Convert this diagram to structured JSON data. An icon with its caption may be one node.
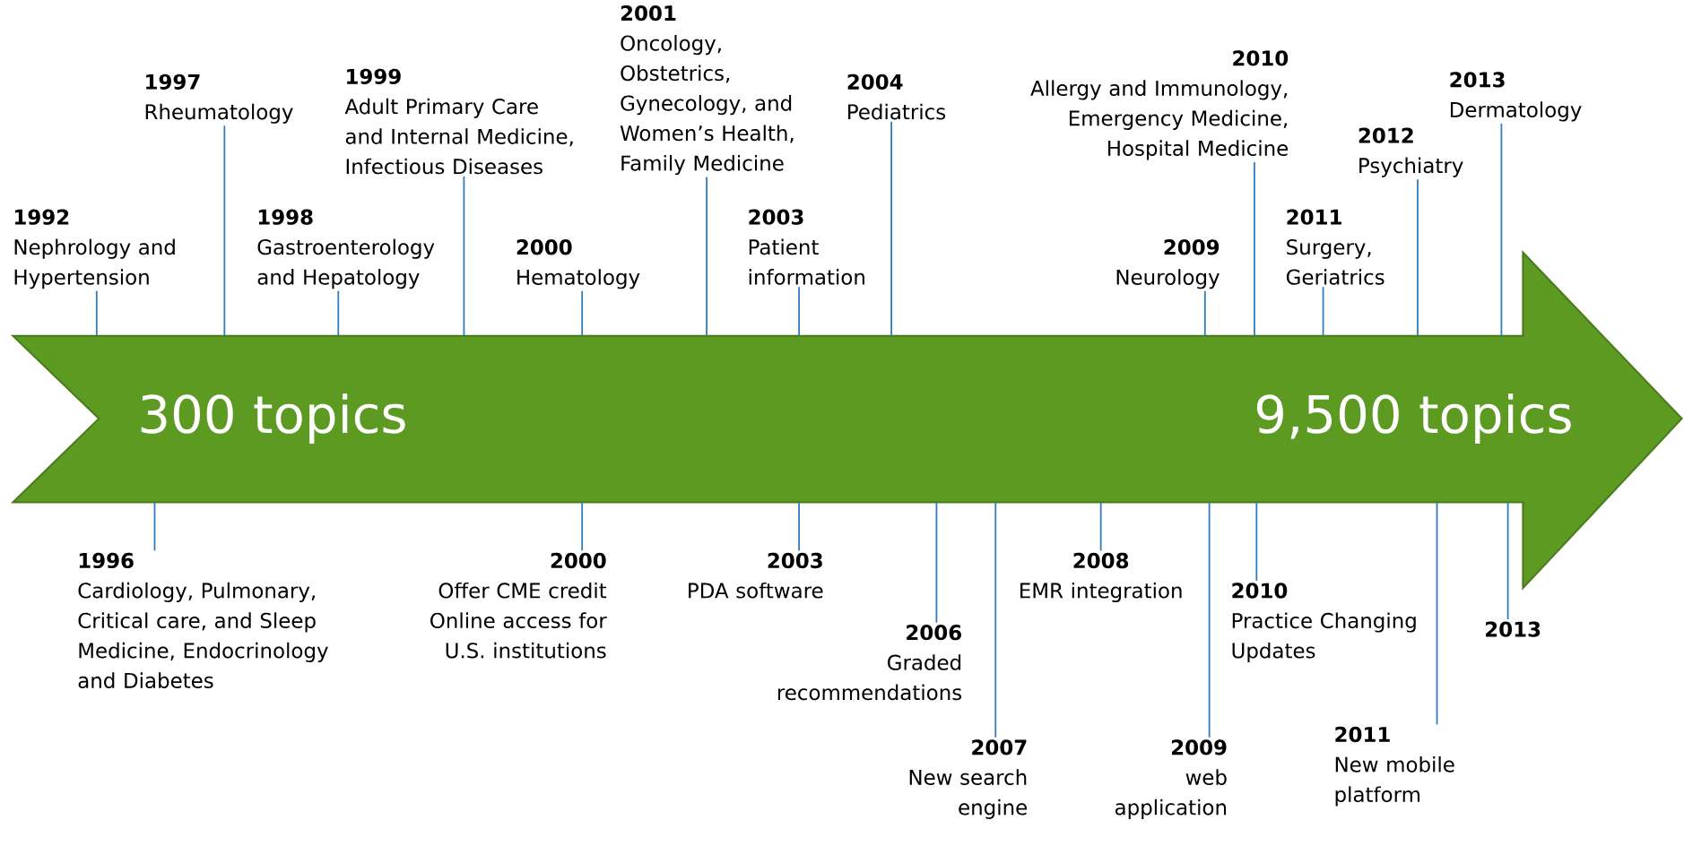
{
  "diagram": {
    "nodes": [
      {
        "text": [
          "300 topics",
          "9,500 topics"
        ]
      },
      {
        "text": [
          "1992",
          "Nephrology and Hypertension"
        ]
      },
      {
        "text": [
          "1997",
          "Rheumatology"
        ]
      },
      {
        "text": [
          "1998",
          "Gastroenterology and Hepatology"
        ]
      },
      {
        "text": [
          "1999",
          "Adult Primary Care and Internal Medicine, Infectious Diseases"
        ]
      },
      {
        "text": [
          "2000",
          "Hematology"
        ]
      },
      {
        "text": [
          "2001",
          "Oncology, Obstetrics, Gynecology, and Women’s Health, Family Medicine"
        ]
      },
      {
        "text": [
          "2003",
          "Patient information"
        ]
      },
      {
        "text": [
          "2004",
          "Pediatrics"
        ]
      },
      {
        "text": [
          "2010",
          "Allergy and Immunology, Emergency Medicine, Hospital Medicine"
        ]
      },
      {
        "text": [
          "2009",
          "Neurology"
        ]
      },
      {
        "text": [
          "2011",
          "Surgery, Geriatrics"
        ]
      },
      {
        "text": [
          "2012",
          "Psychiatry"
        ]
      },
      {
        "text": [
          "2013",
          "Dermatology"
        ]
      },
      {
        "text": [
          "1996",
          "Cardiology, Pulmonary, Critical care, and Sleep Medicine, Endocrinology and Diabetes"
        ]
      },
      {
        "text": [
          "2000",
          "Offer CME credit",
          "Online access for U.S. institutions"
        ]
      },
      {
        "text": [
          "2003",
          "PDA software"
        ]
      },
      {
        "text": [
          "2006",
          "Graded recommendations"
        ]
      },
      {
        "text": [
          "2007",
          "New search engine"
        ]
      },
      {
        "text": [
          "2008",
          "EMR integration"
        ]
      },
      {
        "text": [
          "2009",
          "web application"
        ]
      },
      {
        "text": [
          "2010",
          "Practice Changing Updates"
        ]
      },
      {
        "text": [
          "2011",
          "New mobile platform"
        ]
      },
      {
        "text": [
          "2013"
        ]
      }
    ],
    "edges": [
      {
        "from": 1,
        "to": 0,
        "arrow": "none"
      },
      {
        "from": 2,
        "to": 0,
        "arrow": "none"
      },
      {
        "from": 3,
        "to": 0,
        "arrow": "none"
      },
      {
        "from": 4,
        "to": 0,
        "arrow": "none"
      },
      {
        "from": 5,
        "to": 0,
        "arrow": "none"
      },
      {
        "from": 6,
        "to": 0,
        "arrow": "none"
      },
      {
        "from": 7,
        "to": 0,
        "arrow": "none"
      },
      {
        "from": 8,
        "to": 0,
        "arrow": "none"
      },
      {
        "from": 9,
        "to": 0,
        "arrow": "none"
      },
      {
        "from": 10,
        "to": 0,
        "arrow": "none"
      },
      {
        "from": 11,
        "to": 0,
        "arrow": "none"
      },
      {
        "from": 12,
        "to": 0,
        "arrow": "none"
      },
      {
        "from": 13,
        "to": 0,
        "arrow": "none"
      },
      {
        "from": 14,
        "to": 0,
        "arrow": "none"
      },
      {
        "from": 15,
        "to": 0,
        "arrow": "none"
      },
      {
        "from": 16,
        "to": 0,
        "arrow": "none"
      },
      {
        "from": 17,
        "to": 0,
        "arrow": "none"
      },
      {
        "from": 18,
        "to": 0,
        "arrow": "none"
      },
      {
        "from": 19,
        "to": 0,
        "arrow": "none"
      },
      {
        "from": 20,
        "to": 0,
        "arrow": "none"
      },
      {
        "from": 21,
        "to": 0,
        "arrow": "none"
      },
      {
        "from": 22,
        "to": 0,
        "arrow": "none"
      },
      {
        "from": 23,
        "to": 0,
        "arrow": "none"
      }
    ]
  }
}
